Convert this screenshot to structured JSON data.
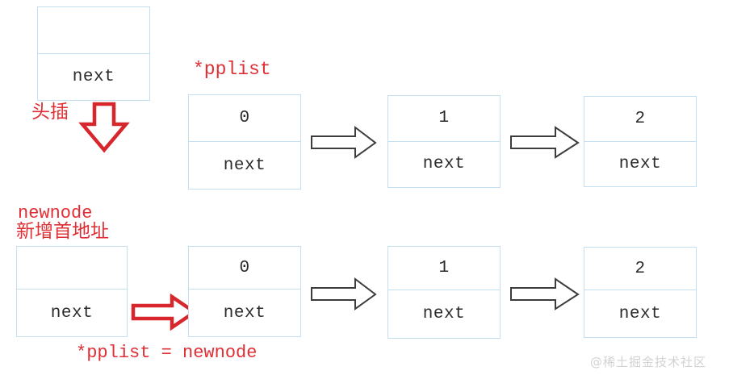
{
  "diagram": {
    "title_text": "linked list head insertion",
    "colors": {
      "node_border": "#c3dff0",
      "red": "#e02e35",
      "dark_arrow": "#3c3c3c",
      "text": "#2b2b2b",
      "watermark": "#d2d2d2",
      "background": "#ffffff"
    },
    "labels": {
      "pplist": "*pplist",
      "head_insert_cn": "头插",
      "newnode": "newnode",
      "newnode_cn": "新增首地址",
      "assignment": "*pplist = newnode"
    },
    "top_row": {
      "detached_node": {
        "data": "",
        "next": "next"
      },
      "nodes": [
        {
          "data": "0",
          "next": "next"
        },
        {
          "data": "1",
          "next": "next"
        },
        {
          "data": "2",
          "next": "next"
        }
      ]
    },
    "bottom_row": {
      "nodes": [
        {
          "data": "",
          "next": "next"
        },
        {
          "data": "0",
          "next": "next"
        },
        {
          "data": "1",
          "next": "next"
        },
        {
          "data": "2",
          "next": "next"
        }
      ]
    },
    "arrows": {
      "down_red": "arrow-down-red",
      "right_red": "arrow-right-red",
      "right_dark_1": "arrow-right-dark",
      "right_dark_2": "arrow-right-dark",
      "right_dark_3": "arrow-right-dark",
      "right_dark_4": "arrow-right-dark"
    },
    "watermark": "@稀土掘金技术社区"
  }
}
